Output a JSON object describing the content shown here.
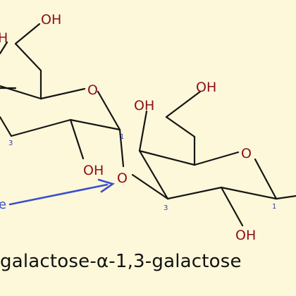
{
  "labels": {
    "oh_partial_top": "H",
    "oh_ch2_left": "OH",
    "ring_o_left": "O",
    "pos3_left": "3",
    "pos1": "1",
    "oh_c2_left": "OH",
    "glyco_o": "O",
    "oh_c4_right": "OH",
    "oh_ch2_right": "OH",
    "ring_o_right": "O",
    "pos3_right": "3",
    "pos1_right": "1",
    "oh_c2_right": "OH",
    "pointer_partial": "e"
  },
  "caption": "galactose-α-1,3-galactose",
  "colors": {
    "background": "#fdf8d9",
    "atom_label": "#8b1020",
    "bond": "#151515",
    "arrow": "#3a4fd0",
    "position_number": "#2a3fc0"
  }
}
